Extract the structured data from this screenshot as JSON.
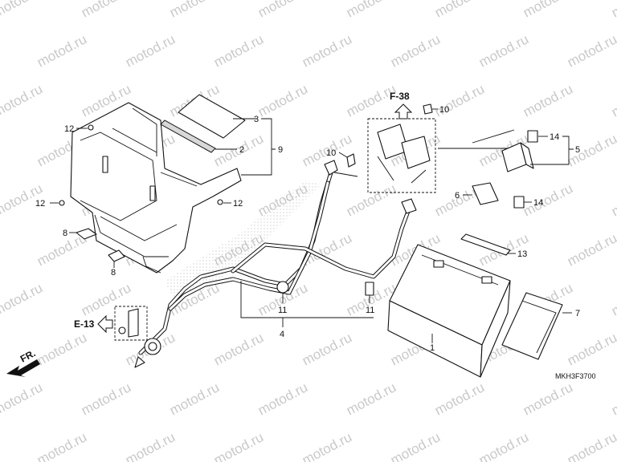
{
  "watermark": {
    "text": "motod.ru"
  },
  "callouts": {
    "c1": "1",
    "c2": "2",
    "c3": "3",
    "c4": "4",
    "c5": "5",
    "c6": "6",
    "c7": "7",
    "c8a": "8",
    "c8b": "8",
    "c9": "9",
    "c10a": "10",
    "c10b": "10",
    "c11a": "11",
    "c11b": "11",
    "c12a": "12",
    "c12b": "12",
    "c12c": "12",
    "c13": "13",
    "c14a": "14",
    "c14b": "14"
  },
  "references": {
    "f38": "F-38",
    "e13": "E-13",
    "front": "FR."
  },
  "diagram_code": "MKH3F3700"
}
